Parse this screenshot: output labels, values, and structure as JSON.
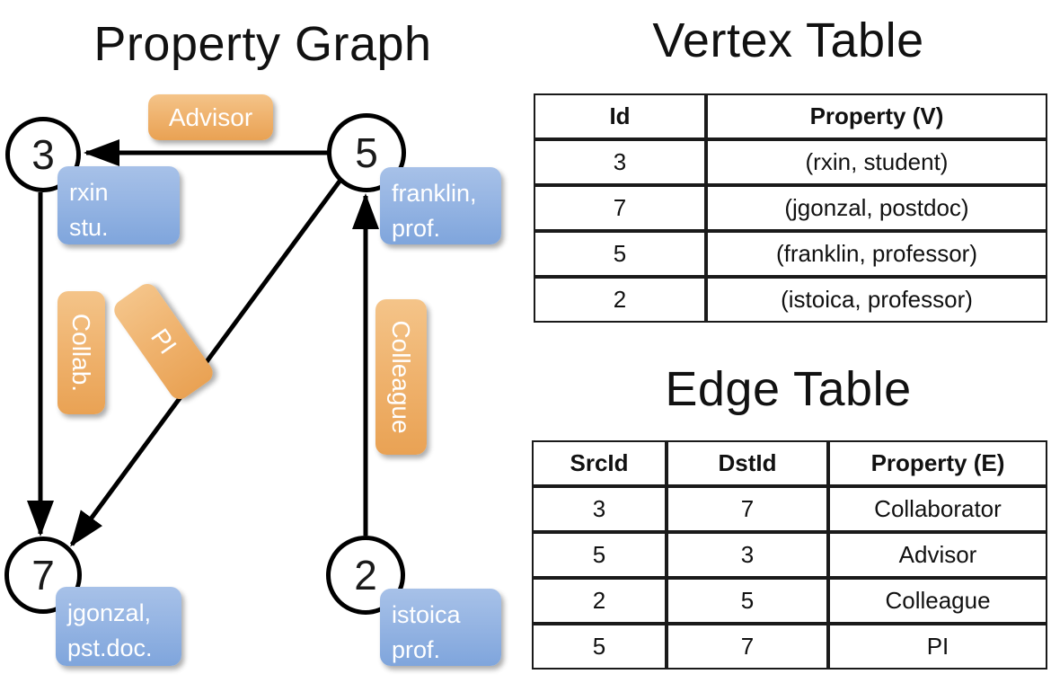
{
  "titles": {
    "graph": "Property Graph",
    "vertex_table": "Vertex Table",
    "edge_table": "Edge Table"
  },
  "colors": {
    "vertex_property_fill": "#ccd9ef",
    "edge_property_fill": "#f6ddc2",
    "node_property_box": "#7fa5dc",
    "edge_label_box": "#e9a254",
    "stroke": "#1a1a1a"
  },
  "graph": {
    "nodes": [
      {
        "id": "3",
        "property_lines": [
          "rxin",
          "stu."
        ]
      },
      {
        "id": "5",
        "property_lines": [
          "franklin,",
          "prof."
        ]
      },
      {
        "id": "7",
        "property_lines": [
          "jgonzal,",
          "pst.doc."
        ]
      },
      {
        "id": "2",
        "property_lines": [
          "istoica",
          "prof."
        ]
      }
    ],
    "edge_labels": [
      {
        "name": "advisor",
        "text": "Advisor"
      },
      {
        "name": "collab",
        "text": "Collab."
      },
      {
        "name": "pi",
        "text": "PI"
      },
      {
        "name": "colleague",
        "text": "Colleague"
      }
    ]
  },
  "vertex_table": {
    "headers": [
      "Id",
      "Property (V)"
    ],
    "rows": [
      {
        "id": "3",
        "property": "(rxin, student)"
      },
      {
        "id": "7",
        "property": "(jgonzal, postdoc)"
      },
      {
        "id": "5",
        "property": "(franklin, professor)"
      },
      {
        "id": "2",
        "property": "(istoica, professor)"
      }
    ]
  },
  "edge_table": {
    "headers": [
      "SrcId",
      "DstId",
      "Property (E)"
    ],
    "rows": [
      {
        "src": "3",
        "dst": "7",
        "property": "Collaborator"
      },
      {
        "src": "5",
        "dst": "3",
        "property": "Advisor"
      },
      {
        "src": "2",
        "dst": "5",
        "property": "Colleague"
      },
      {
        "src": "5",
        "dst": "7",
        "property": "PI"
      }
    ]
  }
}
